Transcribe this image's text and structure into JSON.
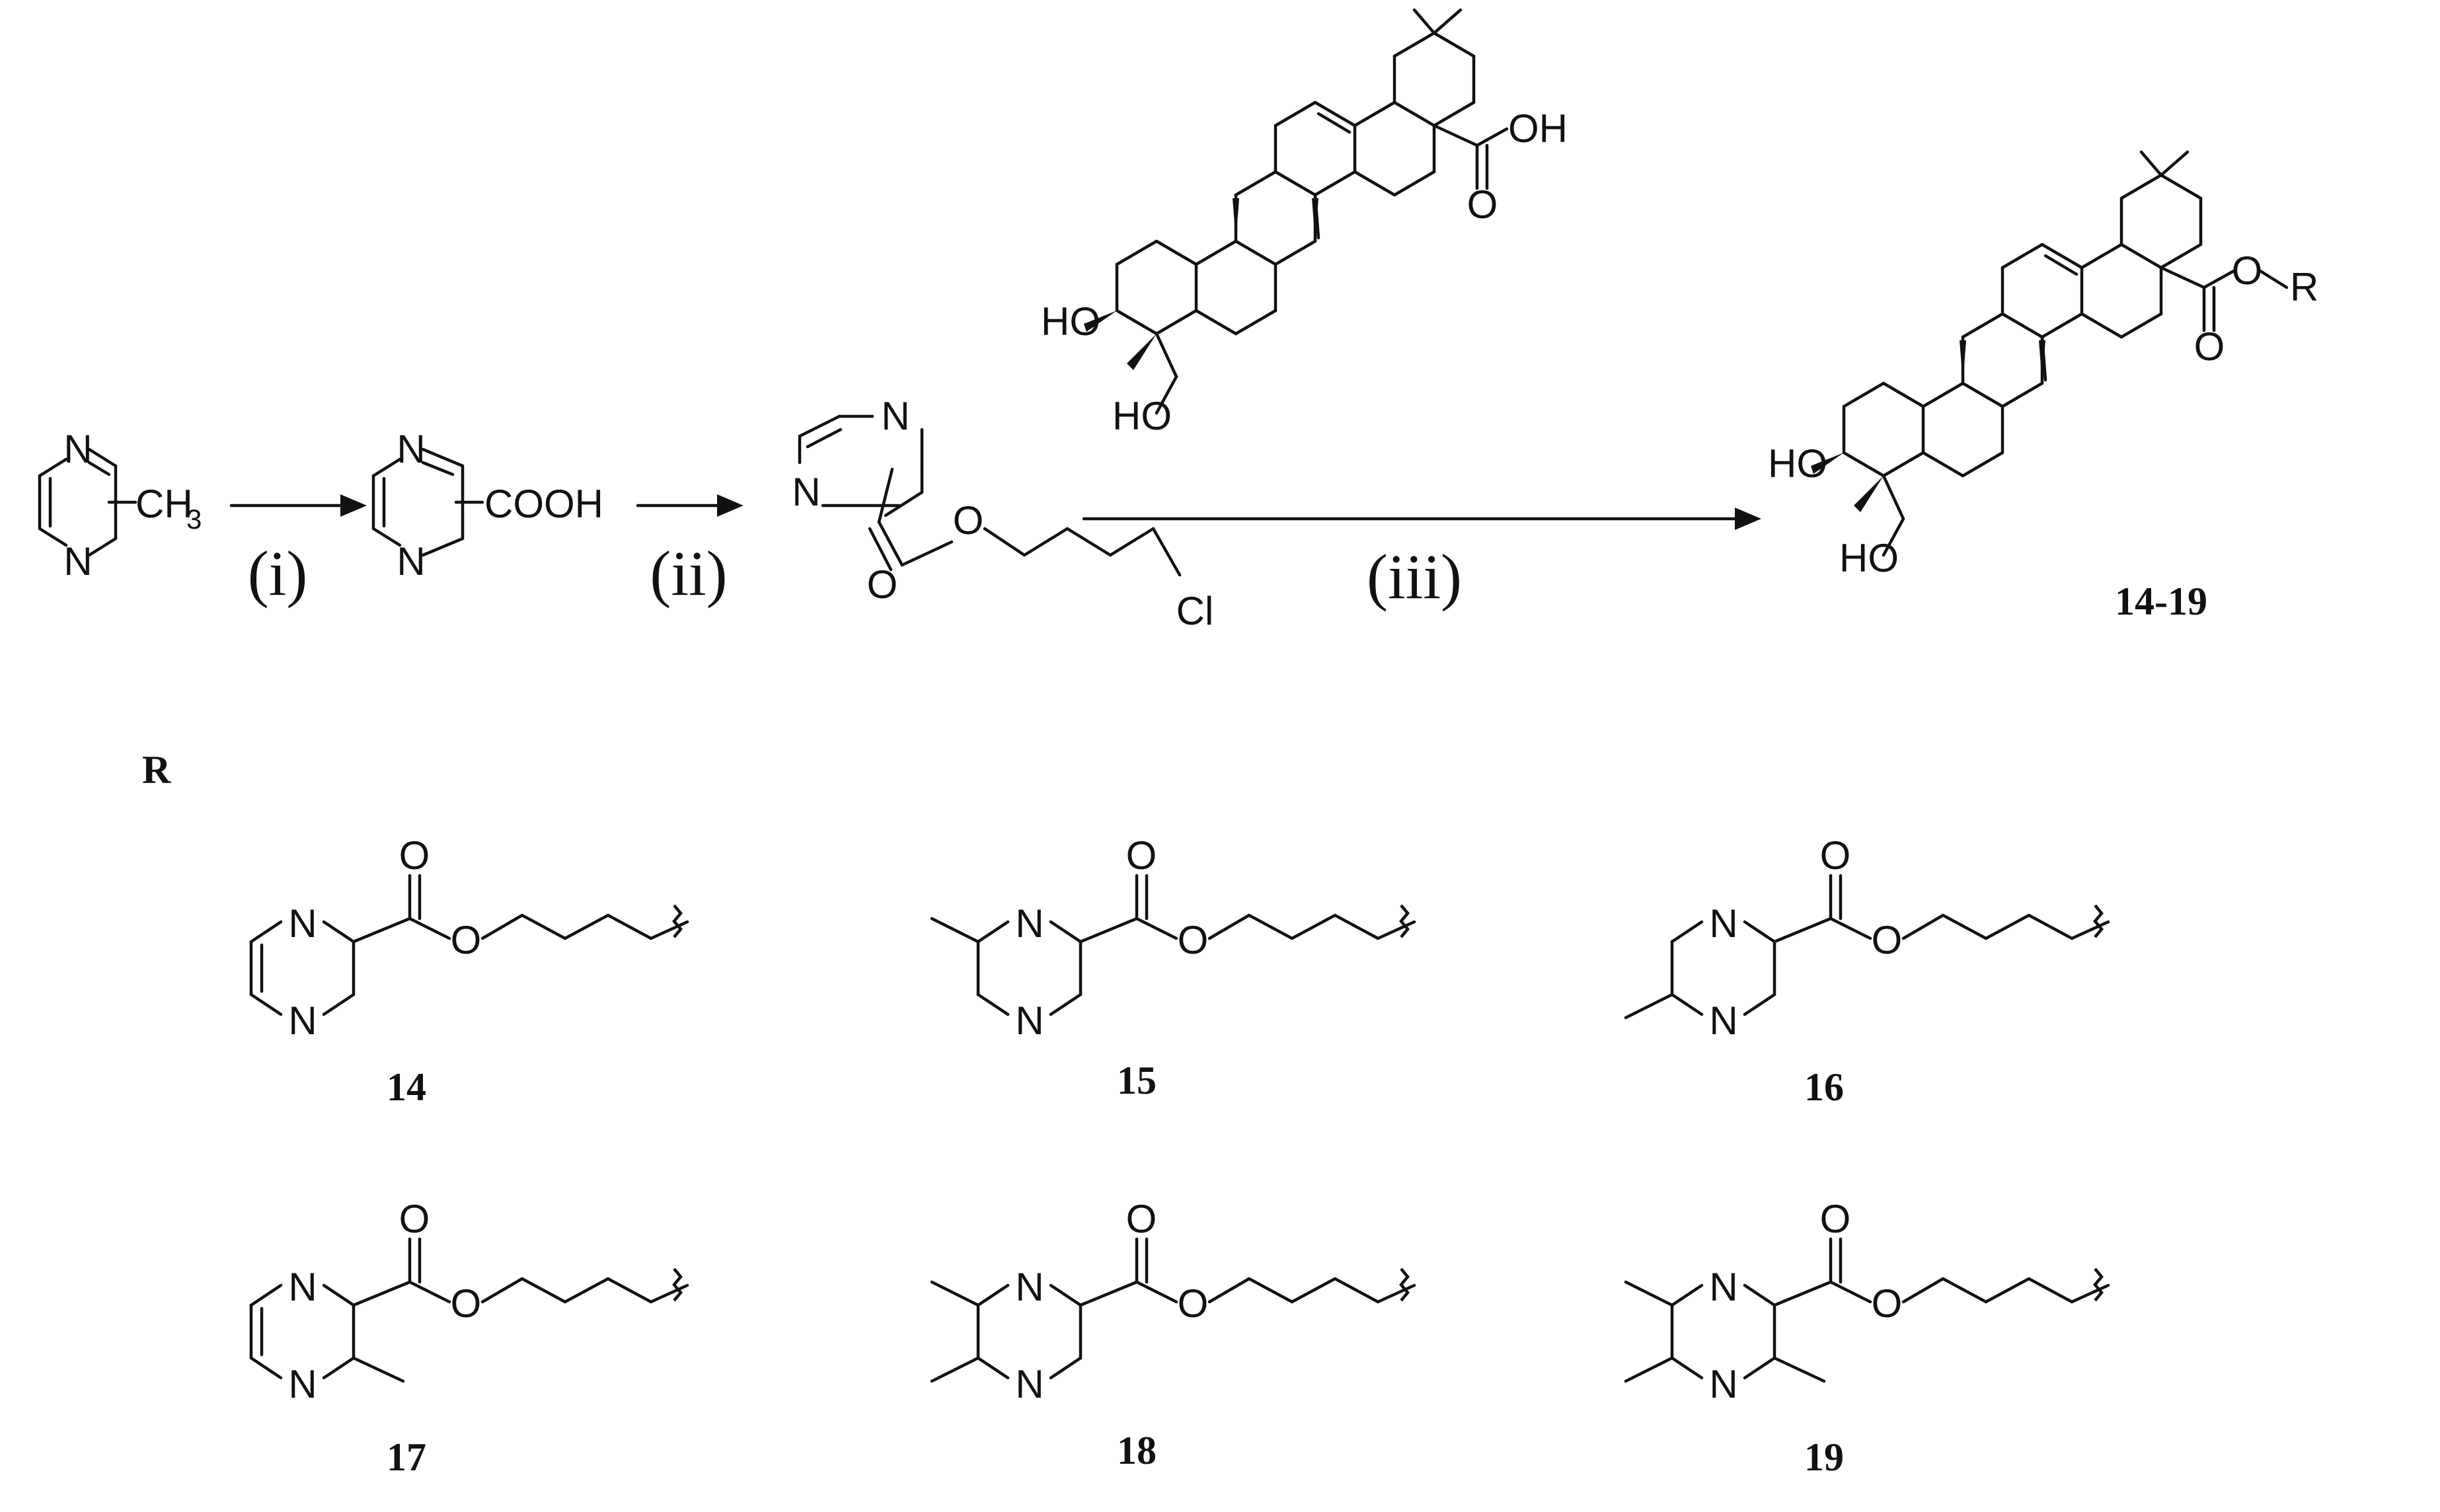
{
  "reagent_labels": {
    "step_1": "(i)",
    "step_2": "(ii)",
    "step_3": "(iii)"
  },
  "substituent_label": "R",
  "atoms": {
    "n": "N",
    "o": "O",
    "oh": "OH",
    "ho": "HO",
    "cl": "Cl",
    "ch": "CH",
    "three": "3",
    "cooh": "COOH",
    "o_r": "O",
    "r": "R"
  },
  "compound_labels": {
    "product": "14-19",
    "c14": "14",
    "c15": "15",
    "c16": "16",
    "c17": "17",
    "c18": "18",
    "c19": "19"
  }
}
